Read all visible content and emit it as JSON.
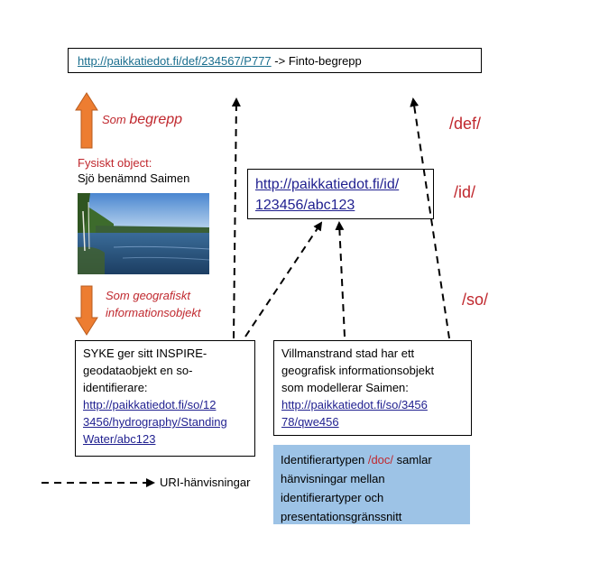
{
  "top": {
    "link": "http://paikkatiedot.fi/def/234567/P777",
    "suffix": " -> Finto-begrepp"
  },
  "left": {
    "som_prefix": "Som ",
    "som_word": "begrepp",
    "fysiskt": "Fysiskt object:",
    "sjo": "Sjö benämnd  Saimen",
    "som_geo_line1": "Som geografiskt",
    "som_geo_line2": "informationsobjekt"
  },
  "id_box": {
    "line1": "http://paikkatiedot.fi/id/",
    "line2": "123456/abc123"
  },
  "path_labels": {
    "def": "/def/",
    "id": "/id/",
    "so": "/so/"
  },
  "syke": {
    "line1": "SYKE ger sitt INSPIRE-",
    "line2": "geodataobjekt en so-",
    "line3": "identifierare:",
    "link1": "http://paikkatiedot.fi/so/12",
    "link2": "3456/hydrography/Standing",
    "link3": "Water/abc123"
  },
  "vill": {
    "line1": "Villmanstrand stad har ett",
    "line2": "geografisk informationsobjekt",
    "line3": "som modellerar Saimen:",
    "link1": "http://paikkatiedot.fi/so/3456",
    "link2": "78/qwe456"
  },
  "doc": {
    "prefix": "Identifierartypen ",
    "doc": "/doc/",
    "suffix": " samlar",
    "line2": "hänvisningar mellan",
    "line3": "identifierartyper och",
    "line4": "presentationsgränssnitt"
  },
  "legend": {
    "label": "URI-hänvisningar"
  },
  "colors": {
    "orange_arrow": "#ed7d31",
    "red_text": "#c0282e",
    "doc_box_bg": "#9dc3e6",
    "link": "#1f1f8f"
  }
}
